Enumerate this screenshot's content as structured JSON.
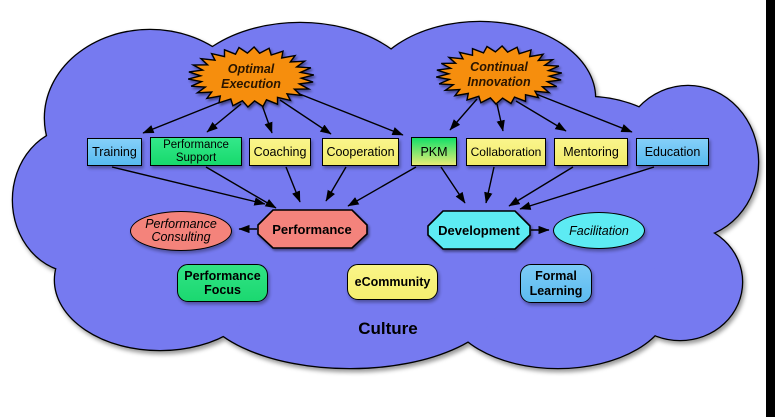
{
  "diagram": {
    "bursts": {
      "optimal_execution": "Optimal\nExecution",
      "continual_innovation": "Continual\nInnovation"
    },
    "boxes": {
      "training": "Training",
      "performance_support": "Performance\nSupport",
      "coaching": "Coaching",
      "cooperation": "Cooperation",
      "pkm": "PKM",
      "collaboration": "Collaboration",
      "mentoring": "Mentoring",
      "education": "Education"
    },
    "shapes": {
      "performance_consulting": "Performance\nConsulting",
      "performance": "Performance",
      "development": "Development",
      "facilitation": "Facilitation"
    },
    "pills": {
      "performance_focus": "Performance\nFocus",
      "ecommunity": "eCommunity",
      "formal_learning": "Formal\nLearning"
    },
    "culture_label": "Culture",
    "edges": [
      {
        "from": "optimal-execution",
        "to": "training"
      },
      {
        "from": "optimal-execution",
        "to": "performance-support"
      },
      {
        "from": "optimal-execution",
        "to": "coaching"
      },
      {
        "from": "optimal-execution",
        "to": "cooperation"
      },
      {
        "from": "optimal-execution",
        "to": "pkm"
      },
      {
        "from": "continual-innovation",
        "to": "pkm"
      },
      {
        "from": "continual-innovation",
        "to": "collaboration"
      },
      {
        "from": "continual-innovation",
        "to": "mentoring"
      },
      {
        "from": "continual-innovation",
        "to": "education"
      },
      {
        "from": "training",
        "to": "performance"
      },
      {
        "from": "performance-support",
        "to": "performance"
      },
      {
        "from": "coaching",
        "to": "performance"
      },
      {
        "from": "cooperation",
        "to": "performance"
      },
      {
        "from": "pkm",
        "to": "performance"
      },
      {
        "from": "pkm",
        "to": "development"
      },
      {
        "from": "collaboration",
        "to": "development"
      },
      {
        "from": "mentoring",
        "to": "development"
      },
      {
        "from": "education",
        "to": "development"
      },
      {
        "from": "performance",
        "to": "performance-consulting"
      },
      {
        "from": "development",
        "to": "facilitation"
      }
    ],
    "colors": {
      "cloud": "#767AF0",
      "burst_orange": "#F68E10",
      "salmon": "#F4837B",
      "cyan": "#5DEBF3",
      "green": "#22DF77",
      "yellow": "#F7F27C",
      "light_blue": "#6FC6F5",
      "outline": "#000000",
      "right_edge_bar": "#000000"
    }
  }
}
